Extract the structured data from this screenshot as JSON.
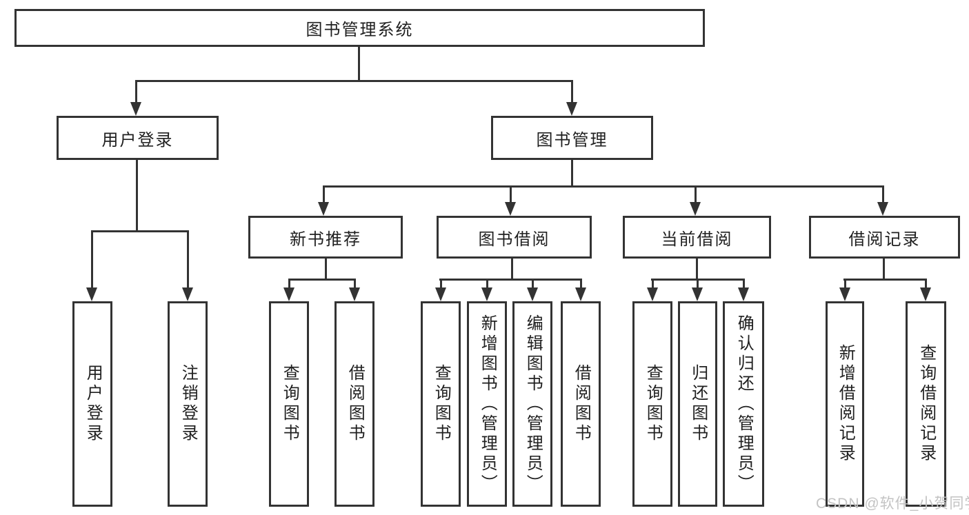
{
  "tree": {
    "label": "图书管理系统",
    "children": [
      {
        "label": "用户登录",
        "children": [
          {
            "label": "用户登录"
          },
          {
            "label": "注销登录"
          }
        ]
      },
      {
        "label": "图书管理",
        "children": [
          {
            "label": "新书推荐",
            "children": [
              {
                "label": "查询图书"
              },
              {
                "label": "借阅图书"
              }
            ]
          },
          {
            "label": "图书借阅",
            "children": [
              {
                "label": "查询图书"
              },
              {
                "label": "新增图书（管理员）"
              },
              {
                "label": "编辑图书（管理员）"
              },
              {
                "label": "借阅图书"
              }
            ]
          },
          {
            "label": "当前借阅",
            "children": [
              {
                "label": "查询图书"
              },
              {
                "label": "归还图书"
              },
              {
                "label": "确认归还（管理员）"
              }
            ]
          },
          {
            "label": "借阅记录",
            "children": [
              {
                "label": "新增借阅记录"
              },
              {
                "label": "查询借阅记录"
              }
            ]
          }
        ]
      }
    ]
  },
  "watermark": {
    "text": "CSDN @软件_小贺同学"
  },
  "colors": {
    "line": "#333333",
    "box_border": "#333333",
    "text": "#1f1f1f",
    "watermark": "#c3c3c3",
    "background": "#ffffff"
  }
}
